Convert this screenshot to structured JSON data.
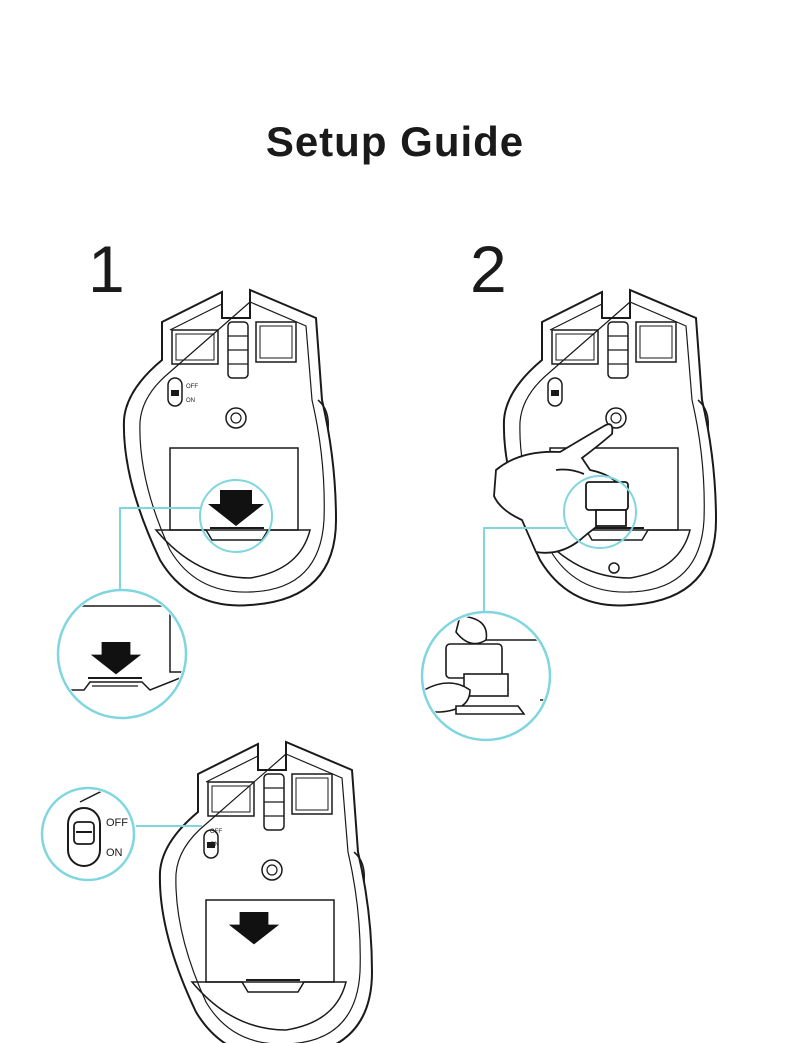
{
  "title": "Setup Guide",
  "steps": [
    {
      "number": "1"
    },
    {
      "number": "2"
    }
  ],
  "switch": {
    "off_label": "OFF",
    "on_label": "ON"
  },
  "colors": {
    "callout": "#7fd6df",
    "line": "#1a1a1a",
    "background": "#ffffff"
  },
  "icons": [
    "mouse-underside",
    "power-switch",
    "battery-cover",
    "down-arrow",
    "usb-receiver",
    "hand"
  ]
}
